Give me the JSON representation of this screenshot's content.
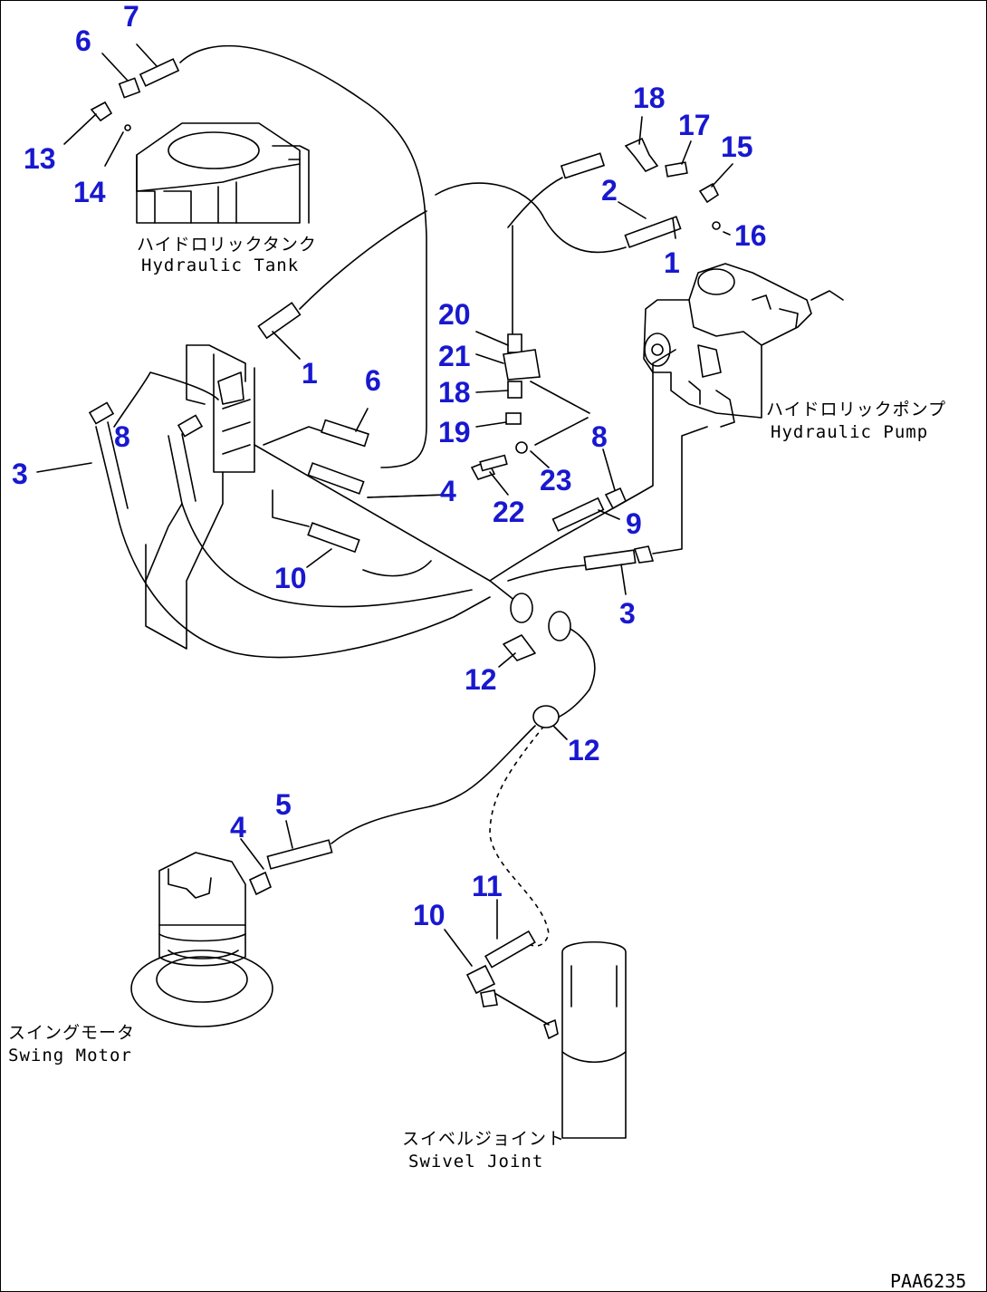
{
  "callouts": {
    "c7": "7",
    "c6a": "6",
    "c13": "13",
    "c14": "14",
    "c18a": "18",
    "c17": "17",
    "c15": "15",
    "c2": "2",
    "c16": "16",
    "c1a": "1",
    "c20": "20",
    "c21": "21",
    "c18b": "18",
    "c19": "19",
    "c1b": "1",
    "c6b": "6",
    "c8a": "8",
    "c3a": "3",
    "c4a": "4",
    "c23": "23",
    "c22": "22",
    "c8b": "8",
    "c9": "9",
    "c10a": "10",
    "c3b": "3",
    "c12a": "12",
    "c12b": "12",
    "c5": "5",
    "c4b": "4",
    "c11": "11",
    "c10b": "10"
  },
  "components": {
    "hydraulic_tank": {
      "jp": "ハイドロリックタンク",
      "en": "Hydraulic Tank"
    },
    "hydraulic_pump": {
      "jp": "ハイドロリックポンプ",
      "en": "Hydraulic Pump"
    },
    "swing_motor": {
      "jp": "スイングモータ",
      "en": "Swing Motor"
    },
    "swivel_joint": {
      "jp": "スイベルジョイント",
      "en": "Swivel Joint"
    }
  },
  "drawing_code": "PAA6235"
}
